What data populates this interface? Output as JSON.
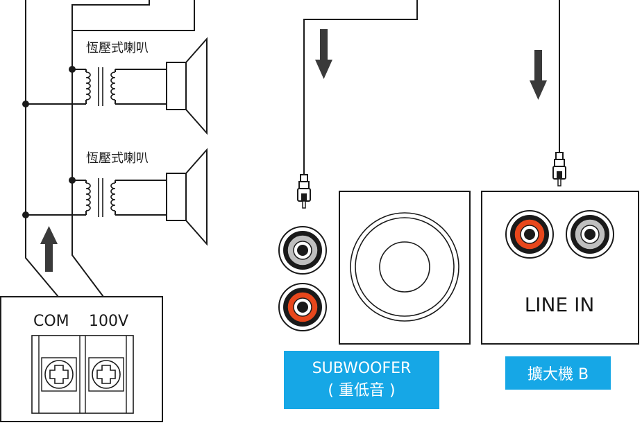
{
  "speaker_label_1": "恆壓式喇叭",
  "speaker_label_2": "恆壓式喇叭",
  "terminal": {
    "com_label": "COM",
    "v100_label": "100V"
  },
  "subwoofer": {
    "label_line1": "SUBWOOFER",
    "label_line2": "( 重低音 )"
  },
  "amplifier": {
    "line_in_label": "LINE IN",
    "label": "擴大機 B"
  },
  "colors": {
    "label_bg": "#16a7e6",
    "jack_red": "#e8471c",
    "jack_white": "#bfbfbf",
    "line": "#1a1a1a",
    "arrow": "#3a3a3a"
  }
}
